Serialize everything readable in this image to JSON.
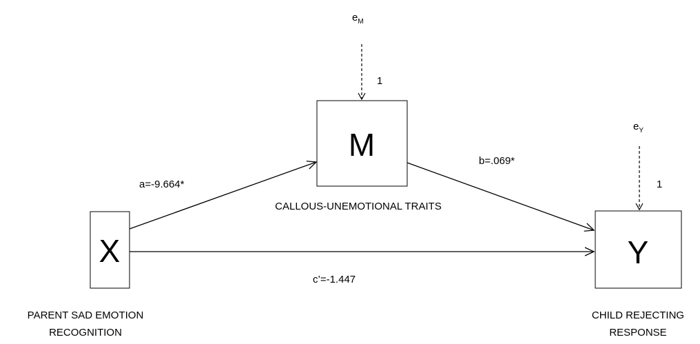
{
  "nodes": {
    "x": {
      "letter": "X",
      "caption_line1": "PARENT SAD EMOTION",
      "caption_line2": "RECOGNITION"
    },
    "m": {
      "letter": "M",
      "caption": "CALLOUS-UNEMOTIONAL TRAITS"
    },
    "y": {
      "letter": "Y",
      "caption_line1": "CHILD REJECTING",
      "caption_line2": "RESPONSE"
    }
  },
  "paths": {
    "a": "a=-9.664*",
    "b": "b=.069*",
    "c_prime": "c’=-1.447"
  },
  "errors": {
    "m": {
      "symbol": "e",
      "subscript": "M",
      "loading": "1"
    },
    "y": {
      "symbol": "e",
      "subscript": "Y",
      "loading": "1"
    }
  }
}
